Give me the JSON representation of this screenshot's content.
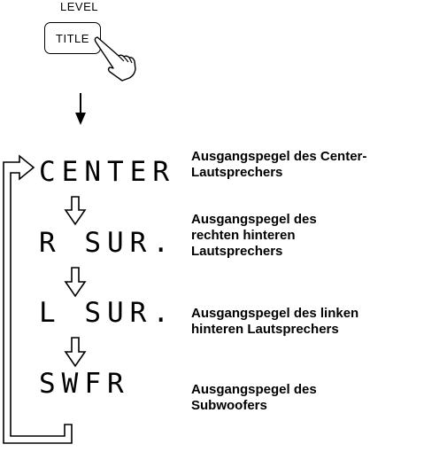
{
  "button": {
    "top_label": "LEVEL",
    "label": "TITLE"
  },
  "sequence": [
    {
      "display": "CENTER",
      "description": "Ausgangspegel des Center-Lautsprechers"
    },
    {
      "display": "R SUR.",
      "description": "Ausgangspegel des rechten hinteren Lautsprechers"
    },
    {
      "display": "L SUR.",
      "description": "Ausgangspegel des linken hinteren Lautsprechers"
    },
    {
      "display": "SWFR",
      "description": "Ausgangspegel des Subwoofers"
    }
  ],
  "description_lines": {
    "center": [
      "Ausgangspegel des Center-",
      "Lautsprechers"
    ],
    "rsur": [
      "Ausgangspegel des",
      "rechten hinteren",
      "Lautsprechers"
    ],
    "lsur": [
      "Ausgangspegel des linken",
      "hinteren Lautsprechers"
    ],
    "swfr": [
      "Ausgangspegel des",
      "Subwoofers"
    ]
  },
  "icons": {
    "press": "pointing-hand-icon",
    "next": "down-arrow-icon",
    "step": "hollow-down-arrow-icon",
    "loop": "loop-back-arrow-icon"
  }
}
